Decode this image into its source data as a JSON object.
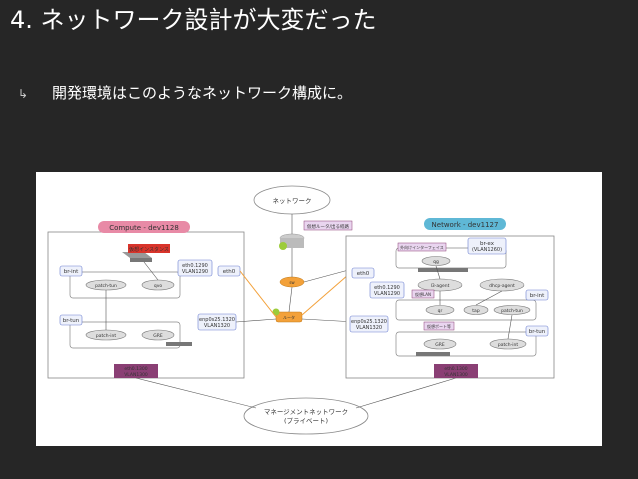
{
  "slide": {
    "title": "4. ネットワーク設計が大変だった",
    "bullet_icon": "arrow-bullet-icon",
    "bullet_text": "開発環境はこのようなネットワーク構成に。"
  },
  "diagram": {
    "top_cloud": "ネットワーク",
    "bottom_cloud": "マネージメントネットワーク",
    "bottom_cloud_sub": "(プライベート)",
    "ext_label": "仮想ルータ/出る経路",
    "router_label": "ルータ",
    "switch_label": "sw",
    "compute": {
      "title": "Compute - dev1128",
      "vm_label": "仮想インスタンス",
      "eth0_1290": "eth0.1290",
      "vlan1290": "VLAN1290",
      "eth0": "eth0",
      "br_int": "br-int",
      "br_tun": "br-tun",
      "patch_tun": "patch-tun",
      "qvo": "qvo",
      "patch_int": "patch-int",
      "gre": "GRE",
      "enp": "enp0s25.1320",
      "vlan1320": "VLAN1320",
      "eth0_1300": "eth0.1300",
      "vlan1300": "VLAN1300"
    },
    "network": {
      "title": "Network - dev1127",
      "ext_if": "外向けインターフェイス",
      "br_ex": "br-ex",
      "br_ex_vlan": "(VLAN1260)",
      "qg": "qg",
      "eth0": "eth0",
      "eth0_1290": "eth0.1290",
      "vlan1290": "VLAN1290",
      "l3_agent": "l3-agent",
      "dhcp_agent": "dhcp-agent",
      "virt_lan": "仮想LAN",
      "qr": "qr",
      "tap": "tap",
      "patch_tun": "patch-tun",
      "br_int": "br-int",
      "enp": "enp0s25.1320",
      "vlan1320": "VLAN1320",
      "seg_port": "仮想ポート等",
      "br_tun": "br-tun",
      "gre": "GRE",
      "patch_int": "patch-int",
      "eth0_1300": "eth0.1300",
      "vlan1300": "VLAN1300"
    }
  },
  "colors": {
    "background": "#262626",
    "compute_header": "#e88aa6",
    "network_header": "#5fb8d6",
    "purple": "#8a3f74",
    "orange": "#f3a13a",
    "green": "#9ccc3a",
    "red": "#d9342b",
    "label_bg": "#eef1fb",
    "label_border": "#6b7fd0"
  }
}
